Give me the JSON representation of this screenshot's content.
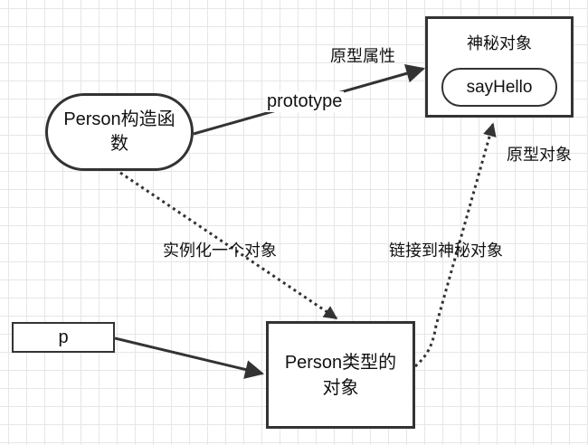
{
  "nodes": {
    "constructor": "Person构造函数",
    "prototype_box": "神秘对象",
    "method": "sayHello",
    "instance": "Person类型的对象",
    "variable": "p"
  },
  "labels": {
    "prototype_property": "原型属性",
    "prototype_key": "prototype",
    "prototype_object": "原型对象",
    "instantiate": "实例化一个对象",
    "link_to": "链接到神秘对象"
  },
  "colors": {
    "stroke": "#333333",
    "grid": "#e6e6e6",
    "background": "#ffffff"
  }
}
